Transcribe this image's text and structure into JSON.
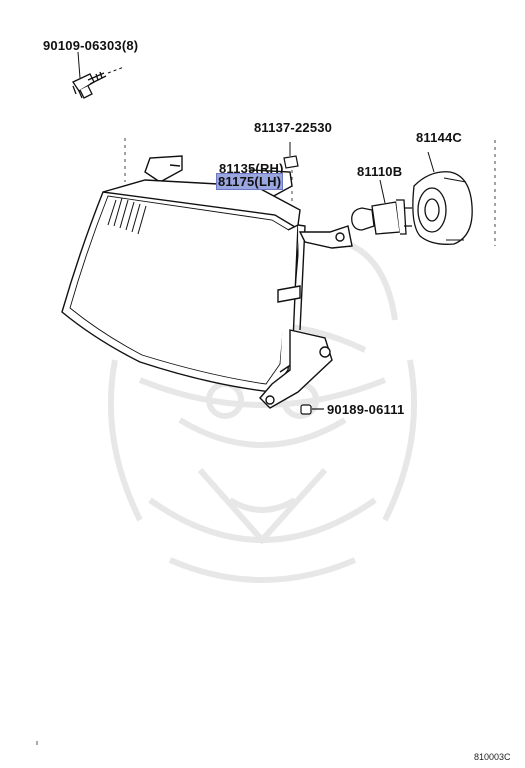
{
  "diagram": {
    "labels": {
      "screw": "90109-06303(8)",
      "nut_top": "81137-22530",
      "headlamp_rh": "81135(RH)",
      "headlamp_lh": "81175(LH)",
      "socket": "81144C",
      "bulb": "81110B",
      "bottom_clip": "90189-06111"
    },
    "diagram_code": "810003C",
    "watermark": "samurai-helmet-watermark"
  }
}
